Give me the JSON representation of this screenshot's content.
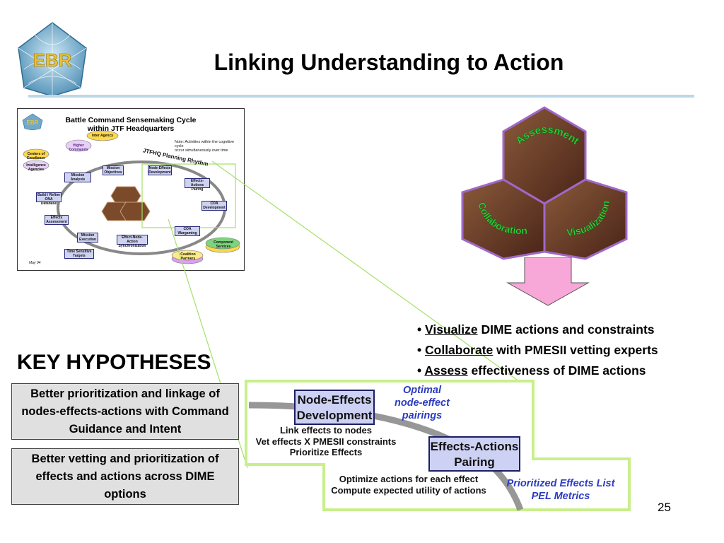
{
  "logo": {
    "text": "EBR"
  },
  "title": "Linking Understanding to Action",
  "thumbnail": {
    "title_line1": "Battle Command Sensemaking Cycle",
    "title_line2": "within JTF Headquarters",
    "rhythm_label": "JTFHQ Planning Rhythm",
    "note_line1": "Note: Activities within the cognitive cycle",
    "note_line2": "occur simultaneously over time",
    "inter_agency": "Inter Agency",
    "higher_commands": "Higher Commands",
    "centers": "Centers of Excellence",
    "intelligence": "Intelligence Agencies",
    "mission_analysis": "Mission Analysis",
    "mission_objectives": "Mission Objectives",
    "node_effects": "Node-Effects Development",
    "effects_actions": "Effects-Actions Pairing",
    "build_refine": "Build / Refine ONA Database",
    "effects_assessment": "Effects Assessment",
    "coa_development": "COA Development",
    "coa_wargaming": "COA Wargaming",
    "mission_execution": "Mission Execution",
    "effect_node_action": "Effect-Node-Action Synchronization",
    "time_sensitive": "Time Sensitive Targets",
    "coalition": "Coalition Partners",
    "component": "Component Services",
    "date": "May 04"
  },
  "hexes": {
    "top": "Assessment",
    "left": "Collaboration",
    "right": "Visualization"
  },
  "bullets": [
    {
      "term": "Visualize",
      "rest": " DIME actions and constraints"
    },
    {
      "term": "Collaborate",
      "rest": " with PMESII vetting experts"
    },
    {
      "term": "Assess",
      "rest": " effectiveness of DIME actions"
    }
  ],
  "key_hypotheses": {
    "heading": "KEY HYPOTHESES",
    "items": [
      "Better prioritization and linkage of nodes-effects-actions with Command Guidance and Intent",
      "Better vetting and prioritization of effects and actions across DIME options"
    ]
  },
  "zoom": {
    "node_effects_line1": "Node-Effects",
    "node_effects_line2": "Development",
    "optimal_line1": "Optimal",
    "optimal_line2": "node-effect",
    "optimal_line3": "pairings",
    "link_line1": "Link effects to nodes",
    "link_line2": "Vet effects X PMESII constraints",
    "link_line3": "Prioritize Effects",
    "effects_actions_line1": "Effects-Actions",
    "effects_actions_line2": "Pairing",
    "optimize_line1": "Optimize actions for each effect",
    "optimize_line2": "Compute expected utility of actions",
    "prioritized_line1": "Prioritized Effects List",
    "prioritized_line2": "PEL Metrics"
  },
  "colors": {
    "rule": "#b9d8ea",
    "zoom_border": "#c8ef8c",
    "arrow_fill": "#f7a8d8",
    "hex_dark": "#6b3a2a",
    "hex_label": "#2fd23a",
    "blue_text": "#2b3cc0"
  },
  "page_number": "25"
}
